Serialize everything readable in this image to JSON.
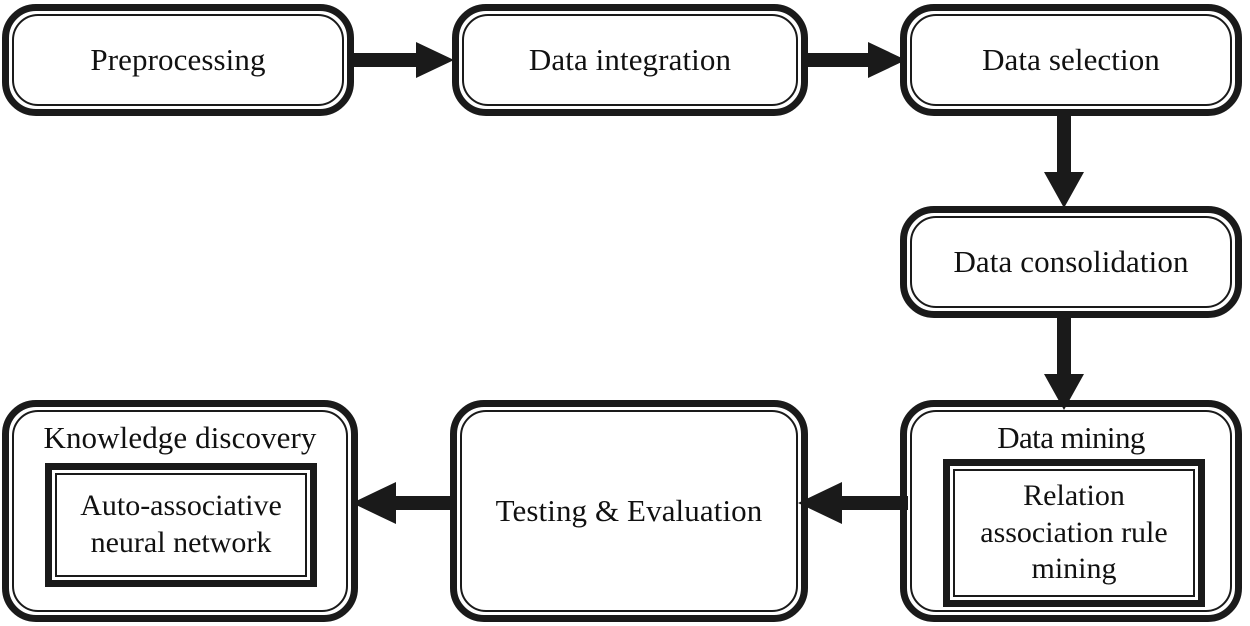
{
  "diagram": {
    "title": "Knowledge discovery data mining process flowchart",
    "background_color": "#ffffff",
    "stroke_color": "#1a1a1a",
    "text_color": "#111111",
    "nodes": [
      {
        "id": "preprocessing",
        "label": "Preprocessing"
      },
      {
        "id": "data-integration",
        "label": "Data integration"
      },
      {
        "id": "data-selection",
        "label": "Data selection"
      },
      {
        "id": "data-consolidation",
        "label": "Data consolidation"
      },
      {
        "id": "data-mining",
        "label": "Data mining",
        "nested": {
          "id": "relation-association-rule-mining",
          "label": "Relation association rule mining"
        }
      },
      {
        "id": "testing-evaluation",
        "label": "Testing & Evaluation"
      },
      {
        "id": "knowledge-discovery",
        "label": "Knowledge discovery",
        "nested": {
          "id": "auto-associative-neural-network",
          "label": "Auto-associative neural network"
        }
      }
    ],
    "edges": [
      {
        "id": "edge-preprocessing-to-data-integration",
        "from": "preprocessing",
        "to": "data-integration",
        "direction": "right"
      },
      {
        "id": "edge-data-integration-to-data-selection",
        "from": "data-integration",
        "to": "data-selection",
        "direction": "right"
      },
      {
        "id": "edge-data-selection-to-data-consolidation",
        "from": "data-selection",
        "to": "data-consolidation",
        "direction": "down"
      },
      {
        "id": "edge-data-consolidation-to-data-mining",
        "from": "data-consolidation",
        "to": "data-mining",
        "direction": "down"
      },
      {
        "id": "edge-data-mining-to-testing-evaluation",
        "from": "data-mining",
        "to": "testing-evaluation",
        "direction": "left"
      },
      {
        "id": "edge-testing-evaluation-to-knowledge-discovery",
        "from": "testing-evaluation",
        "to": "knowledge-discovery",
        "direction": "left"
      }
    ]
  }
}
